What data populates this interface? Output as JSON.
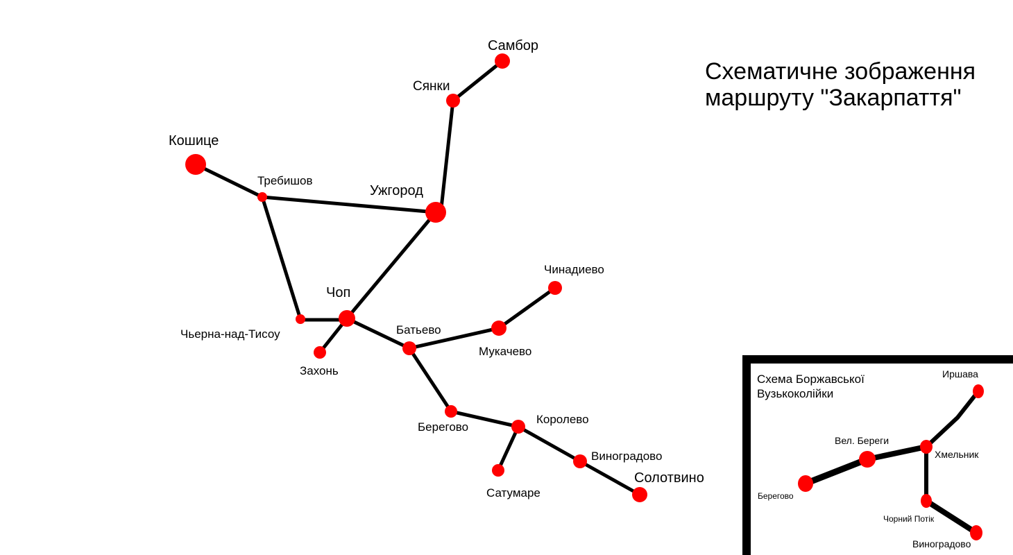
{
  "title": {
    "line1": "Схематичне зображення",
    "line2": "маршруту \"Закарпаття\""
  },
  "inset": {
    "title_line1": "Схема Боржавської",
    "title_line2": "Вузькоколійки"
  },
  "colors": {
    "station": "#ff0000",
    "line": "#000000",
    "background": "#ffffff"
  },
  "stations": {
    "sambor": "Самбор",
    "syanky": "Сянки",
    "kosice": "Кошице",
    "trebisov": "Требишов",
    "uzhhorod": "Ужгород",
    "chop": "Чоп",
    "cierna": "Чьерна-над-Тисоу",
    "zahony": "Захонь",
    "batyovo": "Батьево",
    "mukachevo": "Мукачево",
    "chynadiyovo": "Чинадиево",
    "berehovo": "Берегово",
    "korolevo": "Королево",
    "vynohradovo": "Виноградово",
    "satumare": "Сатумаре",
    "solotvyno": "Солотвино"
  },
  "inset_stations": {
    "irshava": "Иршава",
    "vel_berehy": "Вел. Береги",
    "khmelnyk": "Хмельник",
    "berehovo": "Берегово",
    "chornyi_potik": "Чорний Потік",
    "vynohradovo": "Виноградово"
  }
}
